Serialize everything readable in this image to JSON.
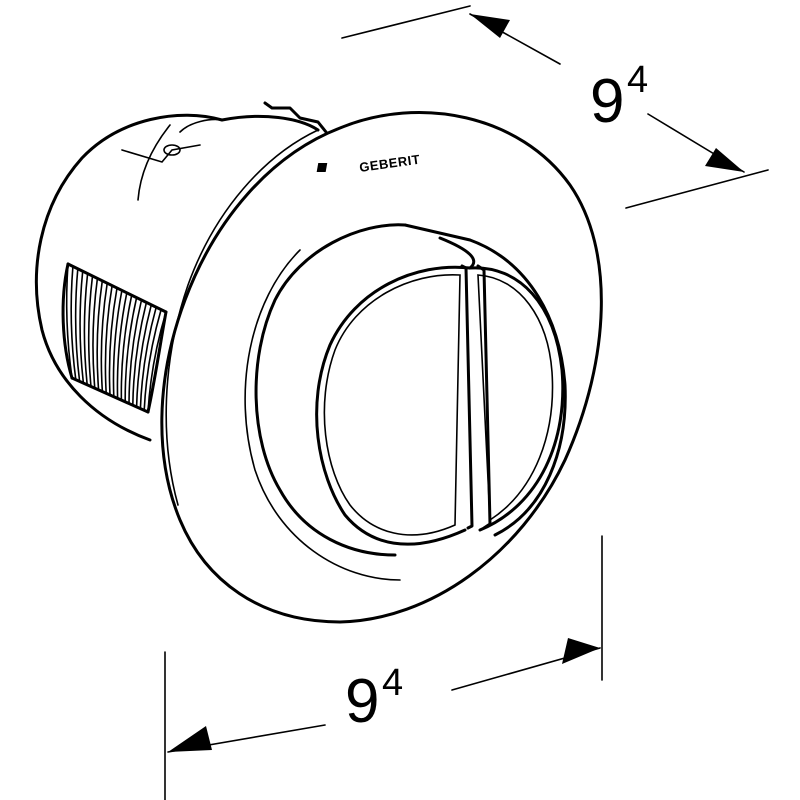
{
  "brand": {
    "name": "GEBERIT",
    "logo": "geberit-logo-mark"
  },
  "dimensions": {
    "height": {
      "value": "9",
      "superscript": "4"
    },
    "width": {
      "value": "9",
      "superscript": "4"
    }
  },
  "colors": {
    "line": "#000000",
    "background": "#ffffff"
  }
}
